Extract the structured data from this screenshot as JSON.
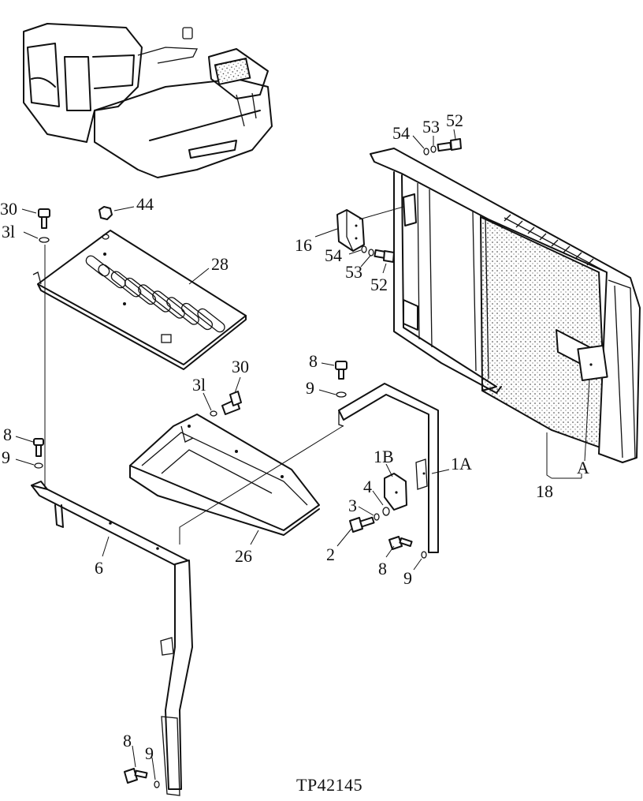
{
  "figure_id": "TP42145",
  "callouts": {
    "c30a": "30",
    "c31a": "3l",
    "c44": "44",
    "c28": "28",
    "c31b": "3l",
    "c30b": "30",
    "c8a": "8",
    "c9a": "9",
    "c6": "6",
    "c26": "26",
    "c8b": "8",
    "c9b": "9",
    "c1B": "1B",
    "c1A": "1A",
    "c4": "4",
    "c3": "3",
    "c2": "2",
    "c8c": "8",
    "c9c": "9",
    "c8d": "8",
    "c9d": "9",
    "c54a": "54",
    "c53a": "53",
    "c52a": "52",
    "c16": "16",
    "c54b": "54",
    "c53b": "53",
    "c52b": "52",
    "c18": "18",
    "cA": "A"
  }
}
